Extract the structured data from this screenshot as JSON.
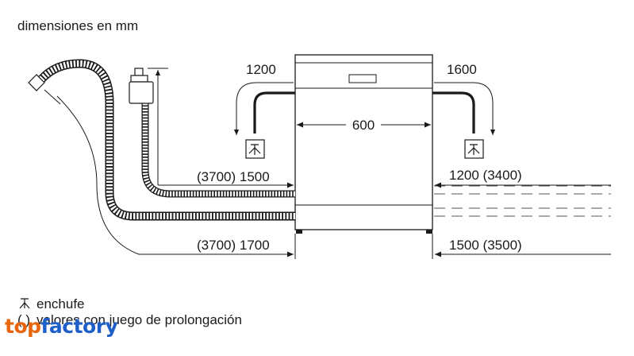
{
  "title": "dimensiones en mm",
  "dimensions": {
    "top_left": "1200",
    "top_right": "1600",
    "width": "600",
    "left_upper": "(3700) 1500",
    "left_lower": "(3700) 1700",
    "right_upper": "1200 (3400)",
    "right_lower": "1500 (3500)"
  },
  "legend": {
    "plug_icon": "plug-symbol-icon",
    "plug_label": "enchufe",
    "paren_symbol": "( )",
    "paren_label": "valores con juego de prolongación"
  },
  "brand": {
    "part1": "top",
    "part2": "factory",
    "color1": "#e8650c",
    "color2": "#1f5fc8"
  }
}
